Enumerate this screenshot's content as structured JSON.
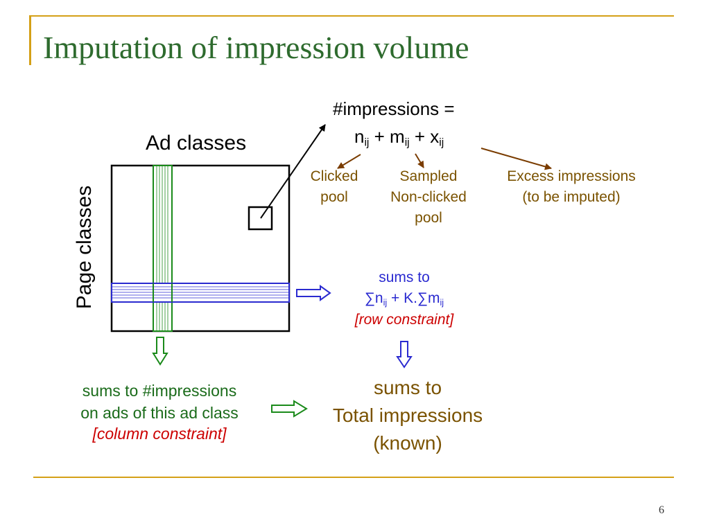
{
  "slide": {
    "title": "Imputation of impression volume",
    "page_number": "6"
  },
  "diagram": {
    "ad_classes_label": "Ad classes",
    "page_classes_label": "Page classes",
    "formula_head": "#impressions =",
    "formula": {
      "n": "n",
      "n_sub": "ij",
      "plus1": " + ",
      "m": "m",
      "m_sub": "ij",
      "plus2": " + ",
      "x": "x",
      "x_sub": "ij"
    },
    "clicked": [
      "Clicked",
      "pool"
    ],
    "sampled": [
      "Sampled",
      "Non-clicked",
      "pool"
    ],
    "excess": [
      "Excess impressions",
      "(to be imputed)"
    ],
    "row_sum": {
      "line1": "sums to",
      "a": "∑n",
      "a_sub": "ij",
      "mid": " + K.∑m",
      "b_sub": "ij",
      "constraint": "[row constraint]"
    },
    "col_sum": {
      "line1": "sums to #impressions",
      "line2": "on ads of this ad class",
      "constraint": "[column constraint]"
    },
    "total": [
      "sums to",
      "Total impressions",
      "(known)"
    ]
  },
  "colors": {
    "title": "#2e6b2e",
    "accent_rule": "#d4a017",
    "brown": "#7a5200",
    "blue": "#2a2ad0",
    "green": "#1a8a1a",
    "red": "#cc0000"
  }
}
